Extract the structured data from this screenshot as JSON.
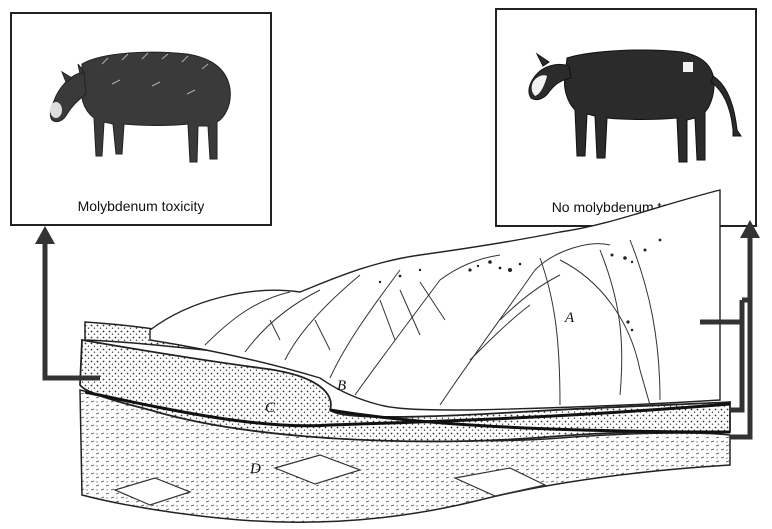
{
  "panels": {
    "left": {
      "caption": "Molybdenum toxicity",
      "animal": "calf-with-rough-coat-icon"
    },
    "right": {
      "caption": "No molybdenum toxicity",
      "animal": "healthy-calf-icon"
    }
  },
  "diagram": {
    "layer_labels": {
      "a": "A",
      "b": "B",
      "c": "C",
      "d": "D"
    }
  },
  "colors": {
    "ink": "#222222",
    "paper": "#ffffff",
    "arrow": "#333333"
  }
}
